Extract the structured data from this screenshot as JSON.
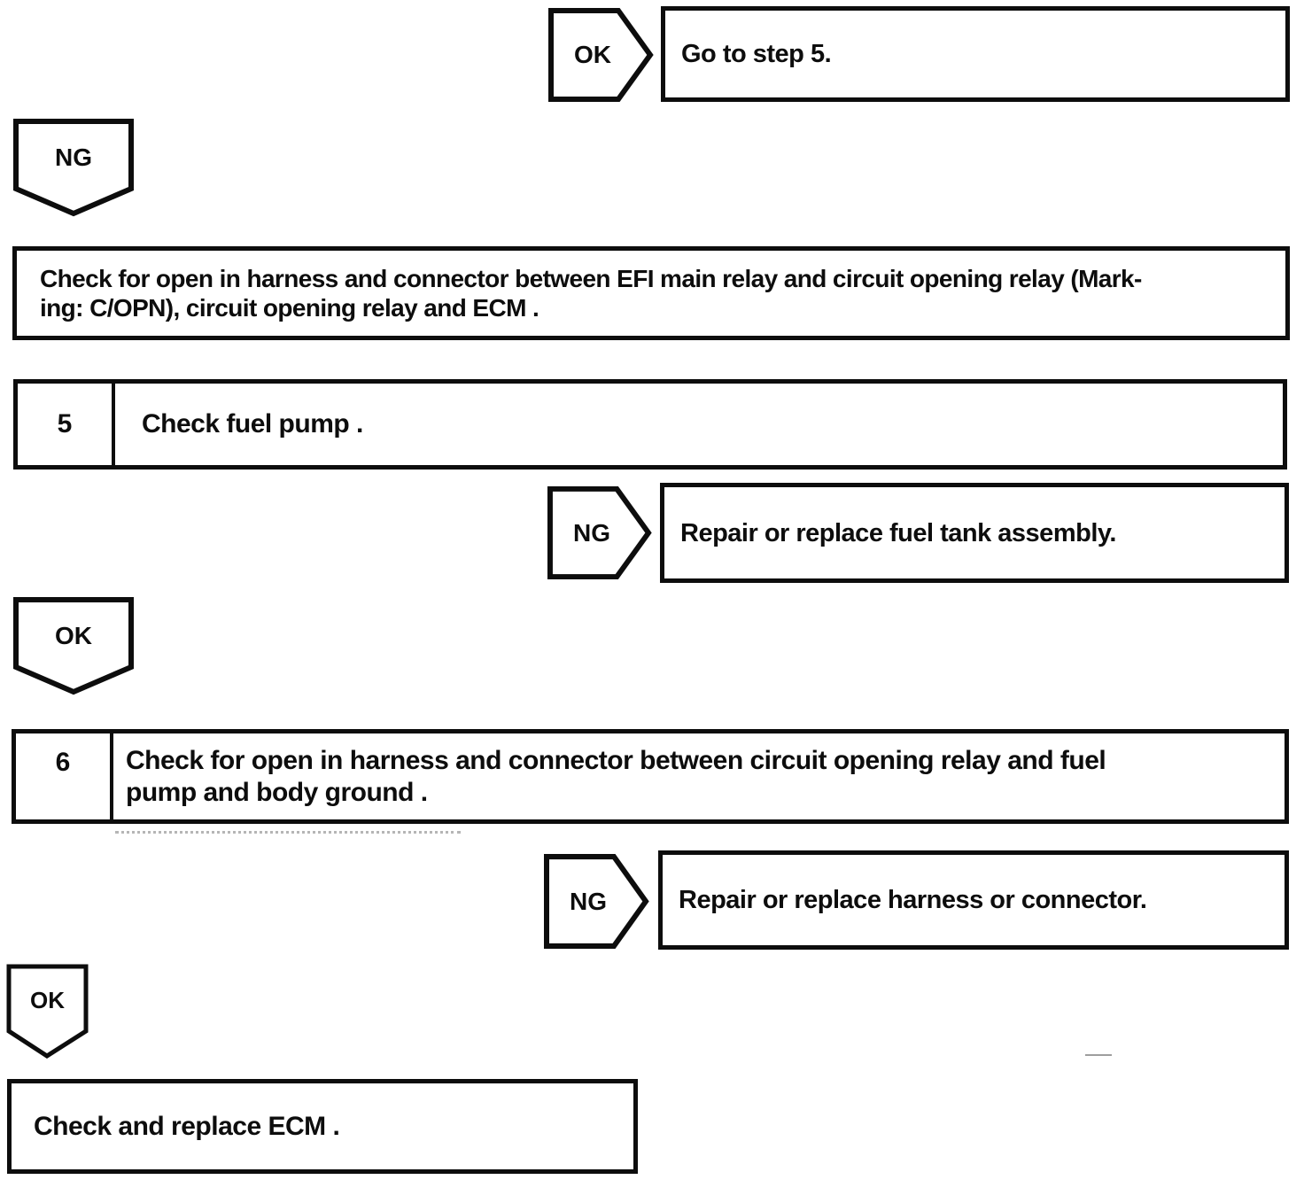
{
  "colors": {
    "ink": "#0d0d0d",
    "paper": "#ffffff"
  },
  "flowchart": {
    "top_result": {
      "connector": "OK",
      "action": "Go to step 5."
    },
    "ng_down": {
      "connector": "NG"
    },
    "harness_box": {
      "lines": [
        "Check for open in harness and connector between EFI main relay and circuit opening relay (Mark-",
        "ing: C/OPN), circuit opening relay and ECM ."
      ]
    },
    "step5": {
      "number": "5",
      "title": "Check fuel pump ."
    },
    "fuel_tank_result": {
      "connector": "NG",
      "action": "Repair or replace fuel tank assembly."
    },
    "ok_down_1": {
      "connector": "OK"
    },
    "step6": {
      "number": "6",
      "lines": [
        "Check for open in harness and connector between circuit opening relay and fuel",
        "pump and body ground ."
      ]
    },
    "harness_result": {
      "connector": "NG",
      "action": "Repair or replace harness or connector."
    },
    "ok_down_2": {
      "connector": "OK"
    },
    "final_box": {
      "text": "Check and replace ECM ."
    }
  }
}
